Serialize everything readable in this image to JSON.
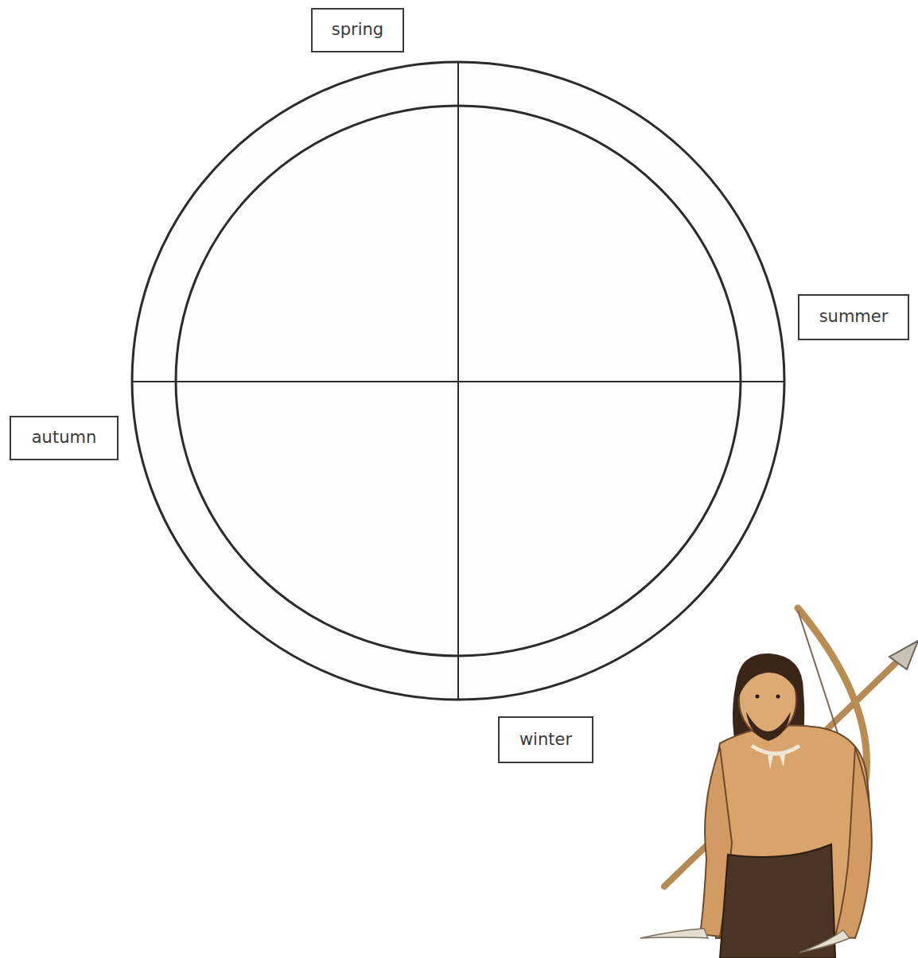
{
  "diagram": {
    "nodes": [
      {
        "text": [
          "spring"
        ]
      },
      {
        "text": [
          "summer"
        ]
      },
      {
        "text": [
          "autumn"
        ]
      },
      {
        "text": [
          "winter"
        ]
      }
    ]
  }
}
